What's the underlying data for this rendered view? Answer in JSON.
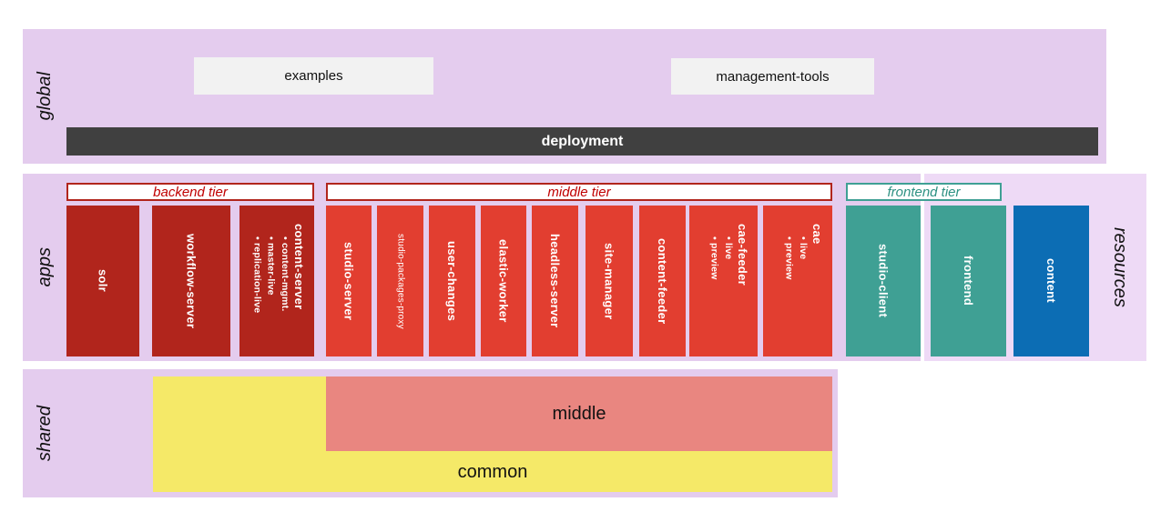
{
  "colors": {
    "band_lavender": "#e4ccee",
    "band_lavender_light": "#eedaf6",
    "backend_dark_red": "#b1251c",
    "middle_red": "#e23e30",
    "teal": "#3fa094",
    "teal_text": "#2e9183",
    "blue": "#0c6db4",
    "deployment_gray": "#404040",
    "box_gray": "#f2f2f2",
    "shared_yellow": "#f5e968",
    "shared_salmon": "#e98680",
    "tier_red_text": "#c00000"
  },
  "bands": {
    "global": {
      "label": "global",
      "examples": "examples",
      "management_tools": "management-tools",
      "deployment": "deployment"
    },
    "apps": {
      "label": "apps",
      "tiers": [
        {
          "label": "backend tier"
        },
        {
          "label": "middle tier"
        },
        {
          "label": "frontend tier"
        }
      ],
      "blocks": [
        {
          "label": "solr"
        },
        {
          "label": "workflow-server"
        },
        {
          "label": "content-server",
          "bullets": [
            "content-mgmt.",
            "master-live",
            "replication-live"
          ]
        },
        {
          "label": "studio-server"
        },
        {
          "label": "studio-packages-proxy"
        },
        {
          "label": "user-changes"
        },
        {
          "label": "elastic-worker"
        },
        {
          "label": "headless-server"
        },
        {
          "label": "site-manager"
        },
        {
          "label": "content-feeder"
        },
        {
          "label": "cae-feeder",
          "bullets": [
            "live",
            "preview"
          ]
        },
        {
          "label": "cae",
          "bullets": [
            "live",
            "preview"
          ]
        },
        {
          "label": "studio-client"
        }
      ]
    },
    "resources": {
      "label": "resources",
      "blocks": [
        {
          "label": "frontend"
        },
        {
          "label": "content"
        }
      ]
    },
    "shared": {
      "label": "shared",
      "common": "common",
      "middle": "middle"
    }
  }
}
